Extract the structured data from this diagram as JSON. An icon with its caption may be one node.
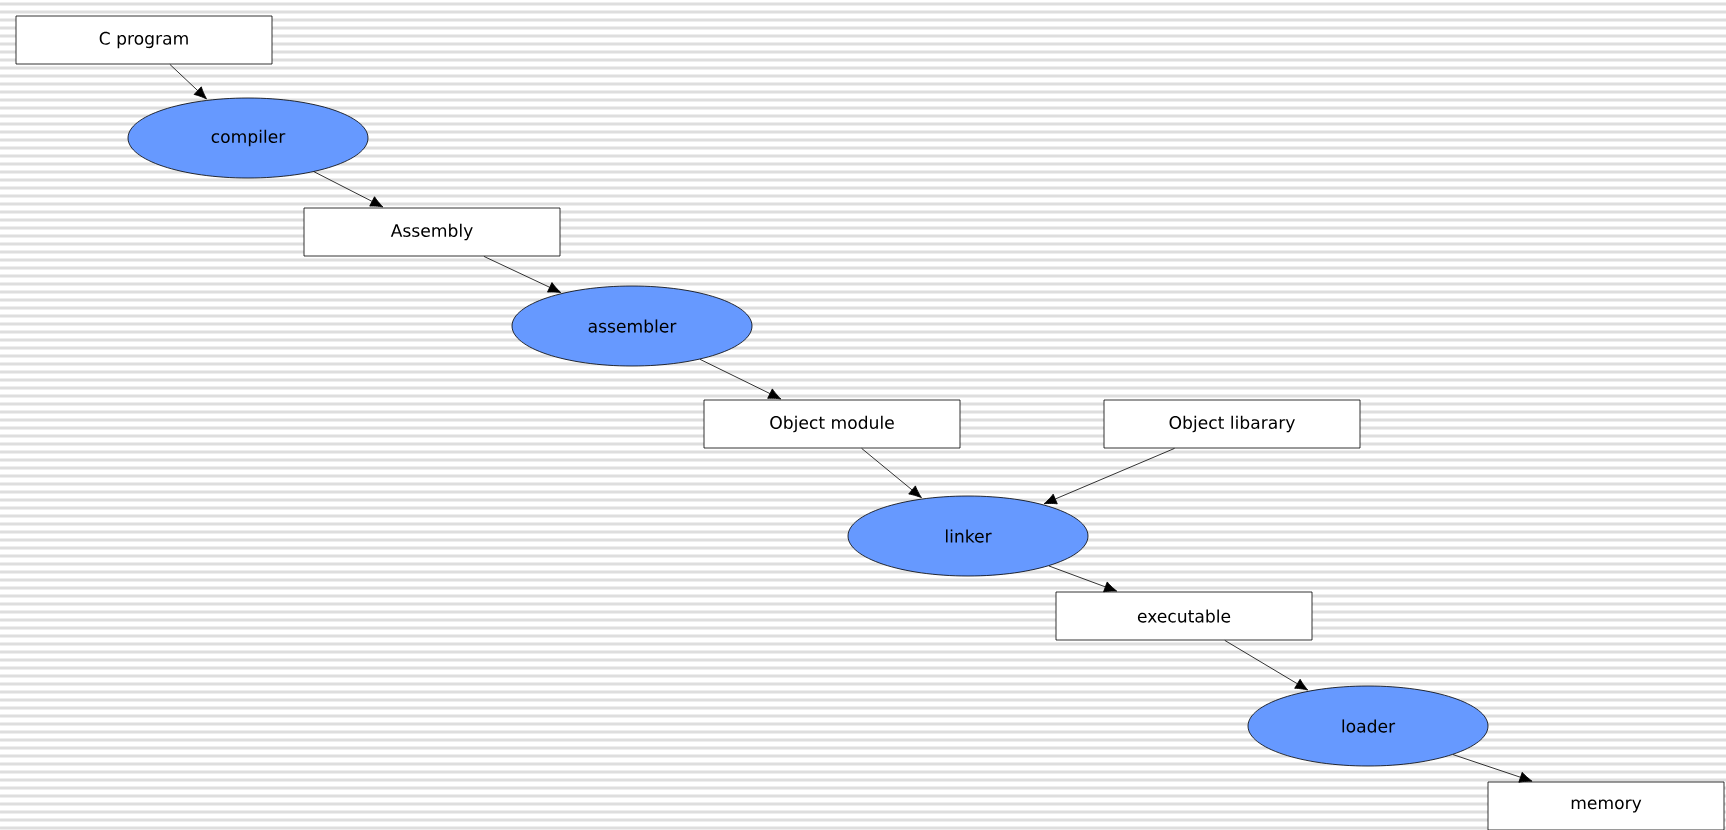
{
  "diagram": {
    "nodes": [
      {
        "text": [
          "C program"
        ]
      },
      {
        "text": [
          "compiler"
        ]
      },
      {
        "text": [
          "Assembly"
        ]
      },
      {
        "text": [
          "assembler"
        ]
      },
      {
        "text": [
          "Object module"
        ]
      },
      {
        "text": [
          "Object libarary"
        ]
      },
      {
        "text": [
          "linker"
        ]
      },
      {
        "text": [
          "executable"
        ]
      },
      {
        "text": [
          "loader"
        ]
      },
      {
        "text": [
          "memory"
        ]
      }
    ],
    "edges": [
      {
        "from": 0,
        "to": 1,
        "arrow": "to"
      },
      {
        "from": 1,
        "to": 2,
        "arrow": "to"
      },
      {
        "from": 2,
        "to": 3,
        "arrow": "to"
      },
      {
        "from": 3,
        "to": 4,
        "arrow": "to"
      },
      {
        "from": 4,
        "to": 6,
        "arrow": "to"
      },
      {
        "from": 5,
        "to": 6,
        "arrow": "to"
      },
      {
        "from": 6,
        "to": 7,
        "arrow": "to"
      },
      {
        "from": 7,
        "to": 8,
        "arrow": "to"
      },
      {
        "from": 8,
        "to": 9,
        "arrow": "to"
      }
    ]
  }
}
